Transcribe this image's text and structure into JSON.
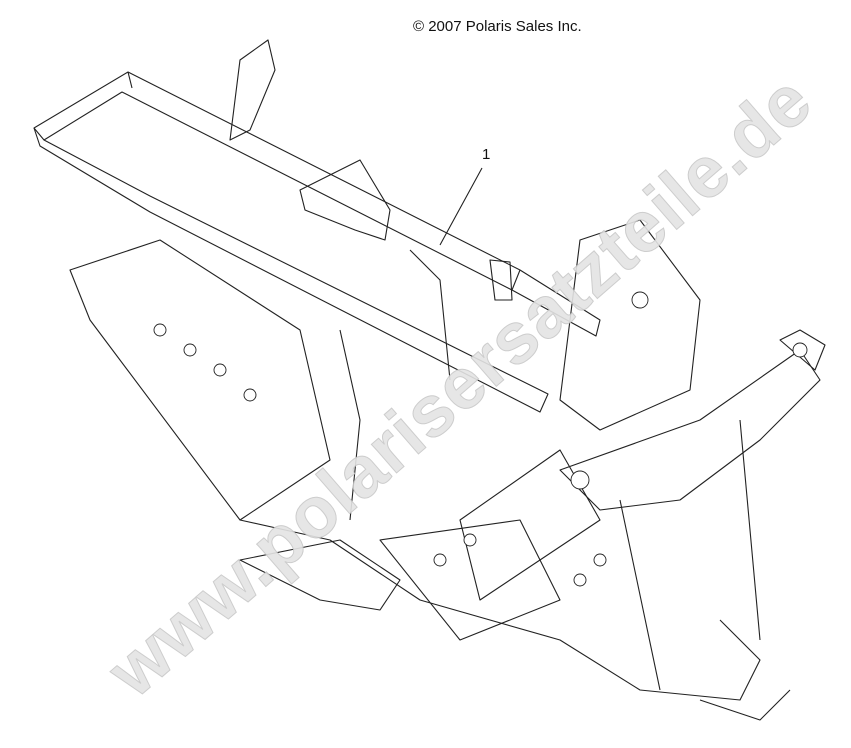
{
  "diagram": {
    "copyright": "© 2007 Polaris Sales Inc.",
    "callouts": [
      {
        "label": "1"
      }
    ],
    "watermark": "www.polarisersatzteile.de"
  }
}
